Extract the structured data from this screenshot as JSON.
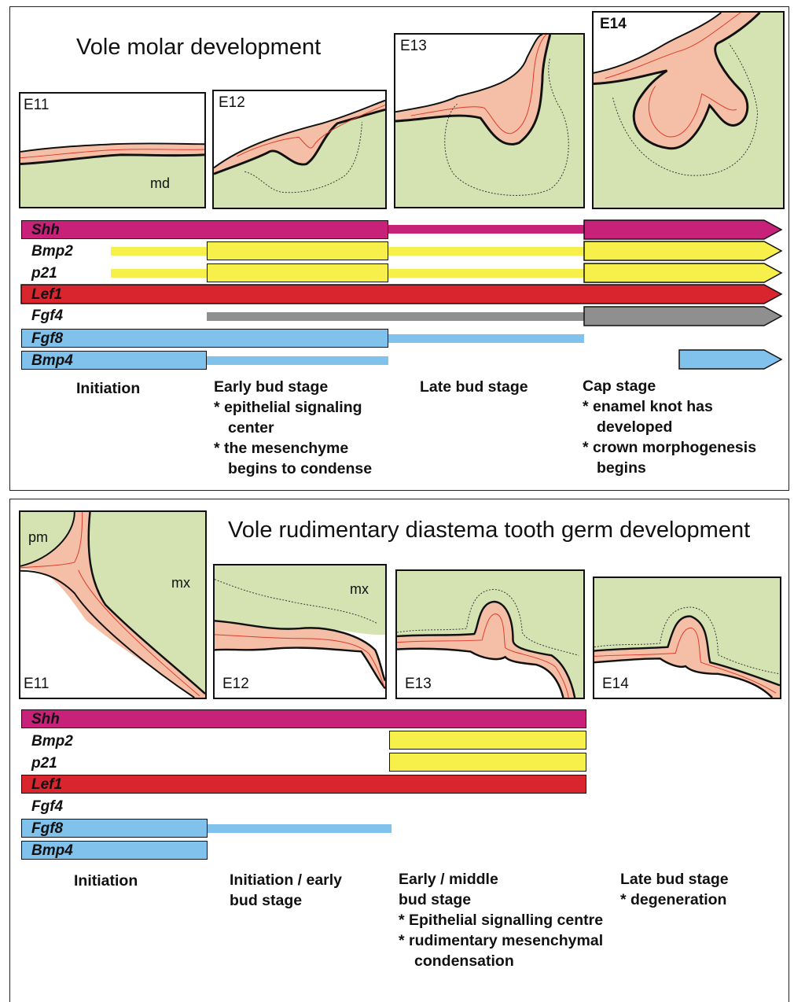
{
  "colors": {
    "magenta": "#c8217a",
    "yellow": "#f7ef4a",
    "red": "#d8252e",
    "grey": "#8f8f8f",
    "blue": "#80c2ec",
    "mesenchyme": "#d5e2b2",
    "epithelium": "#f4bfa6",
    "epithelium_line": "#e03a2a"
  },
  "top": {
    "title": "Vole molar development",
    "stages": [
      "E11",
      "E12",
      "E13",
      "E14"
    ],
    "tissue_label": "md",
    "genes": [
      "Shh",
      "Bmp2",
      "p21",
      "Lef1",
      "Fgf4",
      "Fgf8",
      "Bmp4"
    ],
    "phases": [
      {
        "title": "Initiation",
        "notes": []
      },
      {
        "title": "Early bud stage",
        "notes": [
          "* epithelial signaling center",
          "* the mesenchyme begins to condense"
        ]
      },
      {
        "title": "Late bud stage",
        "notes": []
      },
      {
        "title": "Cap stage",
        "notes": [
          "* enamel knot has developed",
          "* crown morphogenesis begins"
        ]
      }
    ]
  },
  "bottom": {
    "title": "Vole rudimentary diastema tooth germ development",
    "stages": [
      "E11",
      "E12",
      "E13",
      "E14"
    ],
    "tissue_labels": {
      "pm": "pm",
      "mx_e11": "mx",
      "mx_e12": "mx"
    },
    "genes": [
      "Shh",
      "Bmp2",
      "p21",
      "Lef1",
      "Fgf4",
      "Fgf8",
      "Bmp4"
    ],
    "phases": [
      {
        "title": "Initiation",
        "lines": []
      },
      {
        "title": "Initiation / early",
        "lines": [
          "bud stage"
        ]
      },
      {
        "title": "Early / middle",
        "lines": [
          "bud stage"
        ],
        "notes": [
          "*  Epithelial signalling centre",
          "*  rudimentary mesenchymal condensation"
        ]
      },
      {
        "title": "Late bud stage",
        "lines": [],
        "notes": [
          "* degeneration"
        ]
      }
    ]
  }
}
